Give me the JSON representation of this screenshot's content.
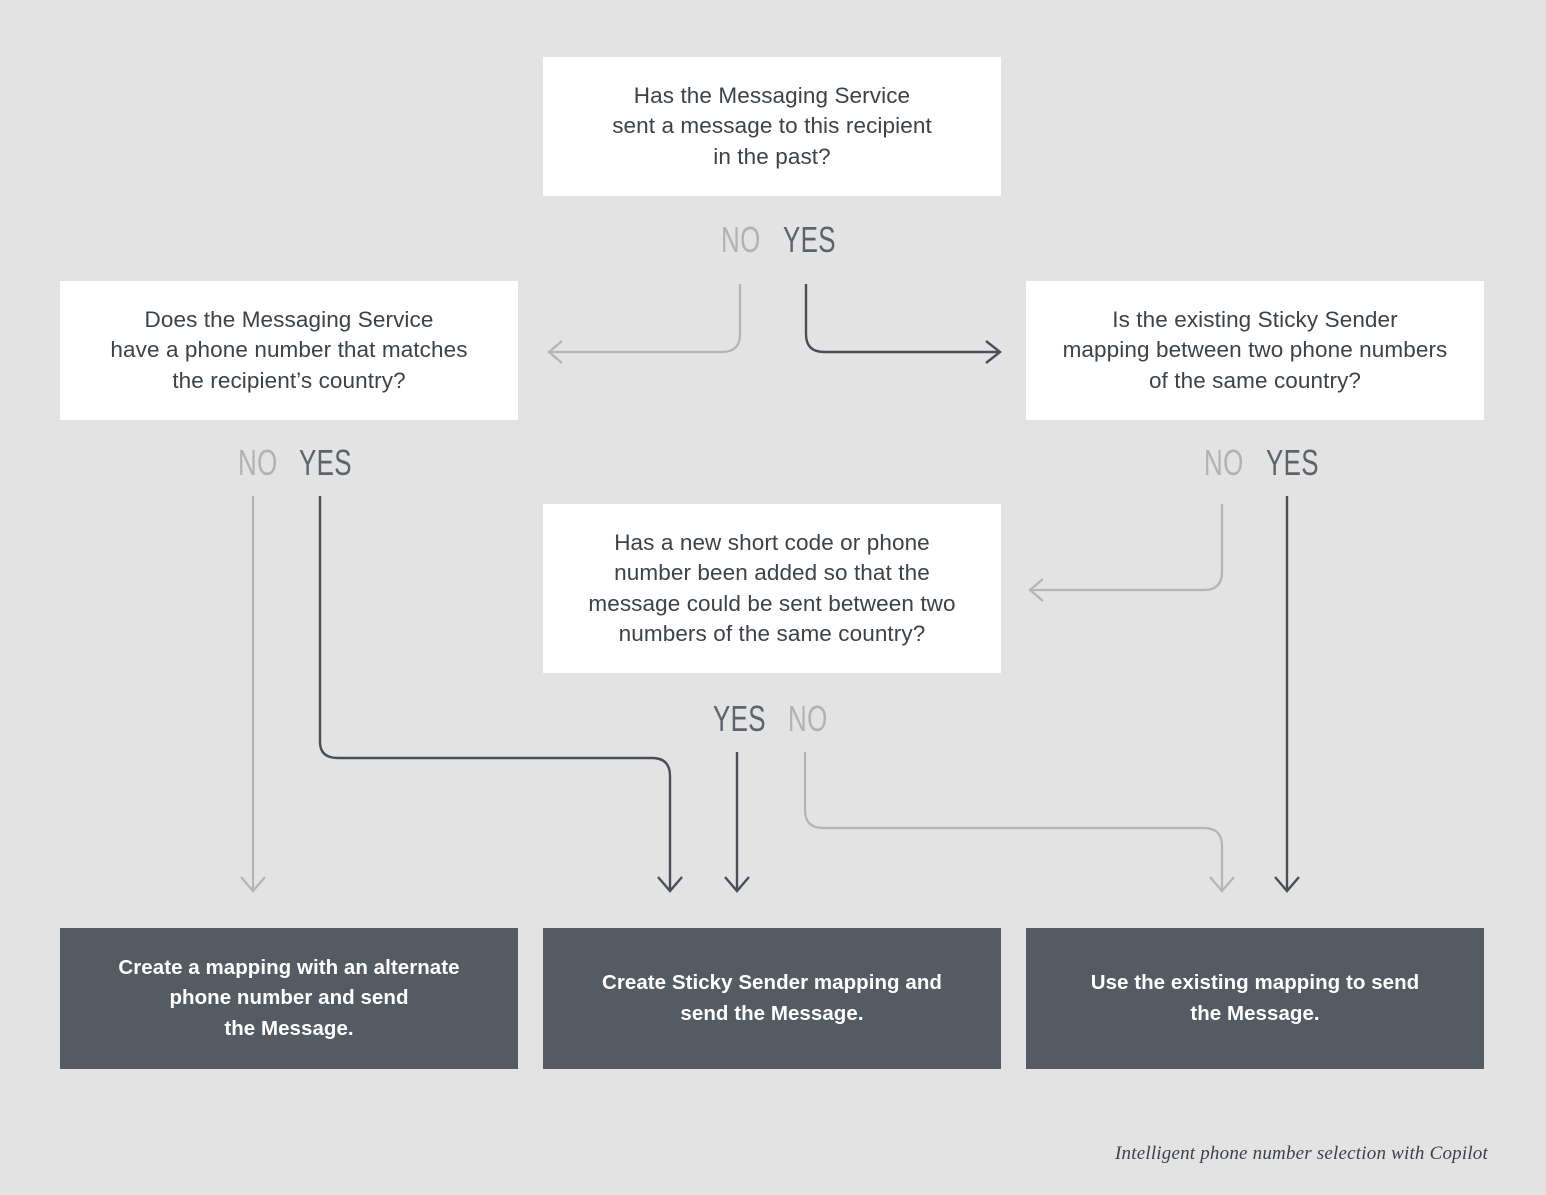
{
  "diagram": {
    "title": "Intelligent phone number selection with Copilot",
    "background_color": "#e3e3e3",
    "decision_box_color": "#ffffff",
    "outcome_box_color": "#555b63",
    "yes_color": "#5d636c",
    "no_color": "#b2b2b2"
  },
  "nodes": {
    "q_root": {
      "text": "Has the Messaging Service\nsent a message to this recipient\nin the past?"
    },
    "q_left": {
      "text": "Does the Messaging Service\nhave a phone number that matches\nthe recipient’s country?"
    },
    "q_right": {
      "text": "Is the existing Sticky Sender\nmapping between two phone numbers\nof the same country?"
    },
    "q_middle": {
      "text": "Has a new short code or phone\nnumber been added so that the\nmessage could be sent between two\nnumbers of the same country?"
    },
    "o_left": {
      "text": "Create a mapping with an alternate\nphone number and send\nthe Message."
    },
    "o_middle": {
      "text": "Create Sticky Sender mapping and\nsend the Message."
    },
    "o_right": {
      "text": "Use the existing mapping to send\nthe Message."
    }
  },
  "branch_labels": {
    "root_no": "NO",
    "root_yes": "YES",
    "left_no": "NO",
    "left_yes": "YES",
    "right_no": "NO",
    "right_yes": "YES",
    "middle_yes": "YES",
    "middle_no": "NO"
  },
  "caption": {
    "text": "Intelligent phone number selection with Copilot"
  }
}
